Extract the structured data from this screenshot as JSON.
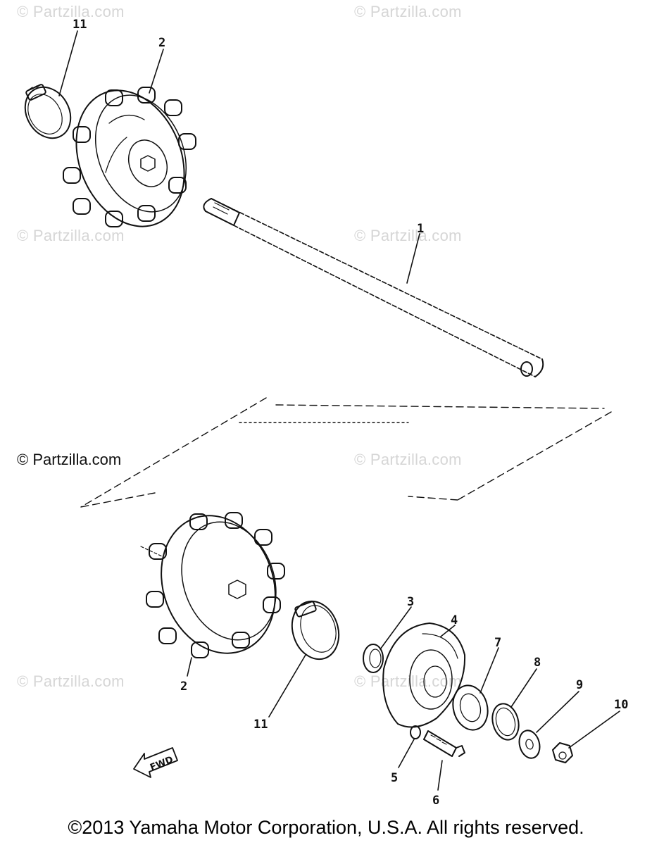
{
  "watermarks": {
    "faint": "© Partzilla.com",
    "strong": "© Partzilla.com"
  },
  "callouts": {
    "c11_top": "11",
    "c2_top": "2",
    "c1": "1",
    "c3": "3",
    "c4": "4",
    "c7": "7",
    "c8": "8",
    "c9": "9",
    "c10": "10",
    "c2_bottom": "2",
    "c11_bottom": "11",
    "c5": "5",
    "c6": "6"
  },
  "direction_marker": "FWD",
  "copyright": "©2013  Yamaha Motor Corporation, U.S.A. All rights reserved."
}
